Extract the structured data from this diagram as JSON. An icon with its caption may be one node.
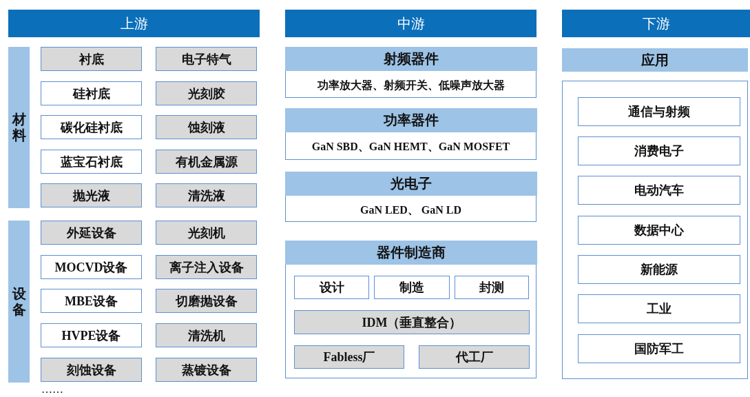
{
  "diagram": {
    "nodes": [
      {
        "text": [
          "上游"
        ]
      },
      {
        "text": [
          "中游"
        ]
      },
      {
        "text": [
          "下游"
        ]
      },
      {
        "text": [
          "材料"
        ]
      },
      {
        "text": [
          "衬底"
        ]
      },
      {
        "text": [
          "电子特气"
        ]
      },
      {
        "text": [
          "硅衬底"
        ]
      },
      {
        "text": [
          "光刻胶"
        ]
      },
      {
        "text": [
          "碳化硅衬底"
        ]
      },
      {
        "text": [
          "蚀刻液"
        ]
      },
      {
        "text": [
          "蓝宝石衬底"
        ]
      },
      {
        "text": [
          "有机金属源"
        ]
      },
      {
        "text": [
          "抛光液"
        ]
      },
      {
        "text": [
          "清洗液"
        ]
      },
      {
        "text": [
          "设备"
        ]
      },
      {
        "text": [
          "外延设备"
        ]
      },
      {
        "text": [
          "光刻机"
        ]
      },
      {
        "text": [
          "MOCVD设备"
        ]
      },
      {
        "text": [
          "离子注入设备"
        ]
      },
      {
        "text": [
          "MBE设备"
        ]
      },
      {
        "text": [
          "切磨抛设备"
        ]
      },
      {
        "text": [
          "HVPE设备"
        ]
      },
      {
        "text": [
          "清洗机"
        ]
      },
      {
        "text": [
          "刻蚀设备"
        ]
      },
      {
        "text": [
          "蒸镀设备"
        ]
      },
      {
        "text": [
          "射频器件",
          "功率放大器、射频开关、低噪声放大器"
        ]
      },
      {
        "text": [
          "功率器件",
          "GaN SBD、GaN HEMT、GaN MOSFET"
        ]
      },
      {
        "text": [
          "光电子",
          "GaN LED、 GaN LD"
        ]
      },
      {
        "text": [
          "器件制造商"
        ]
      },
      {
        "text": [
          "设计"
        ],
        "in": 28
      },
      {
        "text": [
          "制造"
        ],
        "in": 28
      },
      {
        "text": [
          "封测"
        ],
        "in": 28
      },
      {
        "text": [
          "IDM（垂直整合）"
        ],
        "in": 28
      },
      {
        "text": [
          "Fabless厂"
        ],
        "in": 28
      },
      {
        "text": [
          "代工厂"
        ],
        "in": 28
      },
      {
        "text": [
          "应用"
        ]
      },
      {
        "text": [
          "通信与射频"
        ],
        "in": 35
      },
      {
        "text": [
          "消费电子"
        ],
        "in": 35
      },
      {
        "text": [
          "电动汽车"
        ],
        "in": 35
      },
      {
        "text": [
          "数据中心"
        ],
        "in": 35
      },
      {
        "text": [
          "新能源"
        ],
        "in": 35
      },
      {
        "text": [
          "工业"
        ],
        "in": 35
      },
      {
        "text": [
          "国防军工"
        ],
        "in": 35
      }
    ],
    "edges": [],
    "labels": [
      "……"
    ]
  }
}
